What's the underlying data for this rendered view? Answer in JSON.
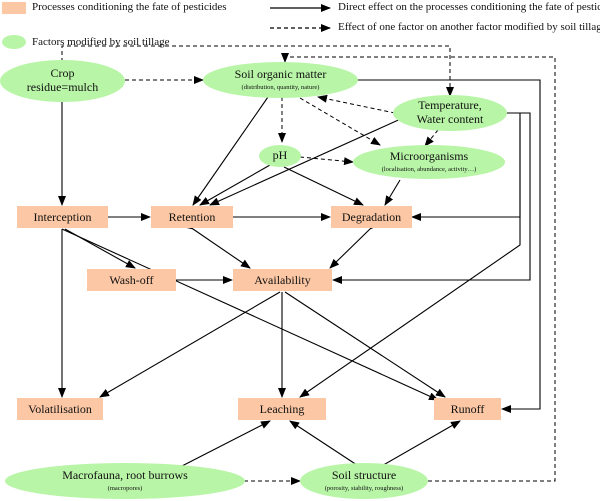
{
  "legend": {
    "processes": "Processes conditioning the fate of pesticides",
    "factors": "Factors modified by soil tillage",
    "direct": "Direct effect on the processes conditioning the fate of pesticides",
    "indirect": "Effect of one factor on another factor modified by soil tillage"
  },
  "processes": {
    "interception": "Interception",
    "retention": "Retention",
    "degradation": "Degradation",
    "washoff": "Wash-off",
    "availability": "Availability",
    "volatilisation": "Volatilisation",
    "leaching": "Leaching",
    "runoff": "Runoff"
  },
  "factors": {
    "crop": {
      "line1": "Crop",
      "line2": "residue=mulch"
    },
    "som": {
      "main": "Soil organic matter",
      "sub": "(distribution, quantity, nature)"
    },
    "temp": {
      "line1": "Temperature,",
      "line2": "Water content"
    },
    "ph": {
      "main": "pH"
    },
    "micro": {
      "main": "Microorganisms",
      "sub": "(localisation, abundance, activity…)"
    },
    "macro": {
      "main": "Macrofauna, root burrows",
      "sub": "(macropores)"
    },
    "structure": {
      "main": "Soil structure",
      "sub": "(porosity, stability, roughness)"
    }
  },
  "colors": {
    "process": "#fcc7a4",
    "factor": "#b8f5a7",
    "line": "#000000"
  }
}
